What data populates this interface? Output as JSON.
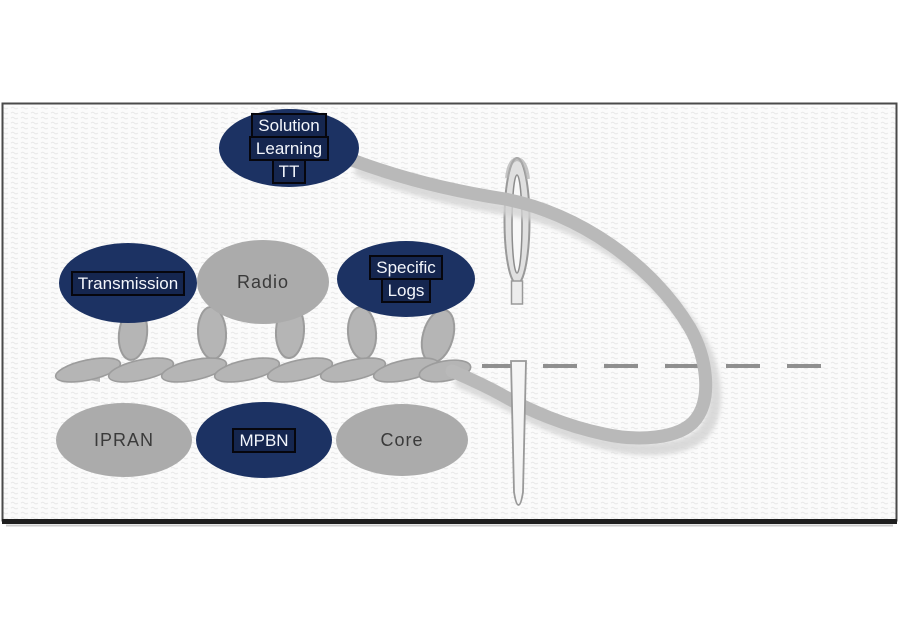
{
  "slide": {
    "kind": "presentation-diagram",
    "frame": {
      "border_color": "#4a4a4a",
      "bottom_edge_color": "#1f1f1f",
      "background": "#fbfbfb",
      "texture_color": "#e8e8e8"
    }
  },
  "palette": {
    "navy_node": "#1c3263",
    "navy_node_text": "#f3f6fc",
    "label_box_border": "#06060d",
    "gray_node": "#ababab",
    "gray_node_text": "#3a3a3a",
    "thread_gray": "#b9b9b9",
    "thread_shadow": "#d3d3d3",
    "stitch_gray": "#b5b5b5",
    "stitch_outline": "#9c9c9c",
    "needle_fill": "#e0e0e0",
    "needle_outline": "#999999",
    "dashed_line": "#8f8f8f"
  },
  "nodes": [
    {
      "id": "solution-learning-tt",
      "variant": "navy",
      "boxed": true,
      "lines": [
        "Solution",
        "Learning",
        "TT"
      ]
    },
    {
      "id": "transmission",
      "variant": "navy",
      "boxed": true,
      "lines": [
        "Transmission"
      ]
    },
    {
      "id": "radio",
      "variant": "gray",
      "boxed": false,
      "lines": [
        "Radio"
      ]
    },
    {
      "id": "specific-logs",
      "variant": "navy",
      "boxed": true,
      "lines": [
        "Specific",
        "Logs"
      ]
    },
    {
      "id": "ipran",
      "variant": "gray",
      "boxed": false,
      "lines": [
        "IPRAN"
      ]
    },
    {
      "id": "mpbn",
      "variant": "navy",
      "boxed": true,
      "lines": [
        "MPBN"
      ]
    },
    {
      "id": "core",
      "variant": "gray",
      "boxed": false,
      "lines": [
        "Core"
      ]
    }
  ],
  "illustration": {
    "theme": "needle-and-thread-chain-stitch",
    "elements": [
      "sewing-needle",
      "thread-loop",
      "chain-stitch-braid",
      "stitch-loops",
      "fabric-dashed-line"
    ]
  }
}
